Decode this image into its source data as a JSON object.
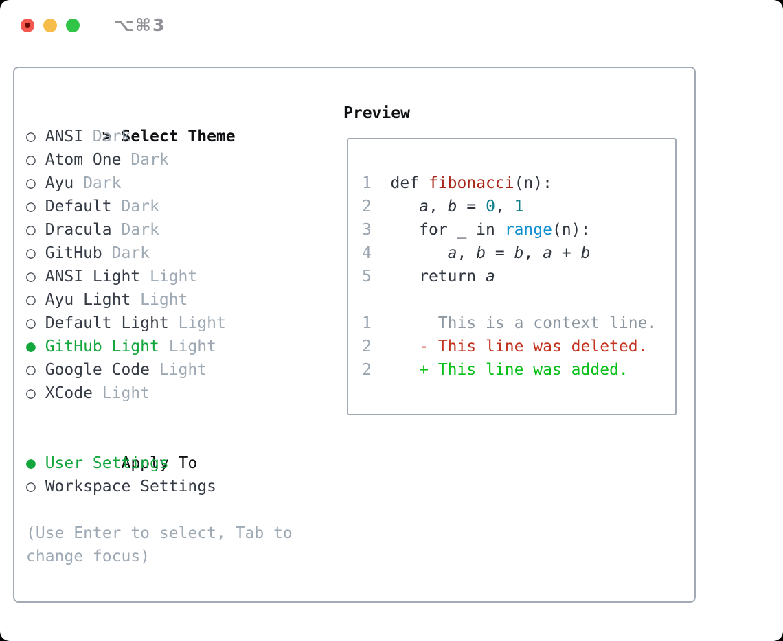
{
  "window": {
    "title": "⌥⌘3"
  },
  "theme_panel": {
    "header_prefix": ">",
    "header": "Select Theme",
    "themes": [
      {
        "name": "ANSI",
        "variant": "Dark",
        "selected": false
      },
      {
        "name": "Atom One",
        "variant": "Dark",
        "selected": false
      },
      {
        "name": "Ayu",
        "variant": "Dark",
        "selected": false
      },
      {
        "name": "Default",
        "variant": "Dark",
        "selected": false
      },
      {
        "name": "Dracula",
        "variant": "Dark",
        "selected": false
      },
      {
        "name": "GitHub",
        "variant": "Dark",
        "selected": false
      },
      {
        "name": "ANSI Light",
        "variant": "Light",
        "selected": false
      },
      {
        "name": "Ayu Light",
        "variant": "Light",
        "selected": false
      },
      {
        "name": "Default Light",
        "variant": "Light",
        "selected": false
      },
      {
        "name": "GitHub Light",
        "variant": "Light",
        "selected": true
      },
      {
        "name": "Google Code",
        "variant": "Light",
        "selected": false
      },
      {
        "name": "XCode",
        "variant": "Light",
        "selected": false
      }
    ],
    "apply_to": {
      "header": "Apply To",
      "options": [
        {
          "name": "User Settings",
          "selected": true
        },
        {
          "name": "Workspace Settings",
          "selected": false
        }
      ]
    },
    "hint_lines": [
      "(Use Enter to select, Tab to",
      "change focus)"
    ]
  },
  "preview": {
    "title": "Preview",
    "lines": [
      {
        "num": "1",
        "segments": [
          {
            "t": "  def ",
            "c": "plain"
          },
          {
            "t": "fibonacci",
            "c": "func"
          },
          {
            "t": "(n):",
            "c": "plain"
          }
        ]
      },
      {
        "num": "2",
        "segments": [
          {
            "t": "     ",
            "c": "plain"
          },
          {
            "t": "a",
            "c": "plain",
            "i": true
          },
          {
            "t": ", ",
            "c": "plain"
          },
          {
            "t": "b",
            "c": "plain",
            "i": true
          },
          {
            "t": " = ",
            "c": "plain"
          },
          {
            "t": "0",
            "c": "num"
          },
          {
            "t": ", ",
            "c": "plain"
          },
          {
            "t": "1",
            "c": "num"
          }
        ]
      },
      {
        "num": "3",
        "segments": [
          {
            "t": "     for _ in ",
            "c": "plain"
          },
          {
            "t": "range",
            "c": "builtin"
          },
          {
            "t": "(n):",
            "c": "plain"
          }
        ]
      },
      {
        "num": "4",
        "segments": [
          {
            "t": "        ",
            "c": "plain"
          },
          {
            "t": "a",
            "c": "plain",
            "i": true
          },
          {
            "t": ", ",
            "c": "plain"
          },
          {
            "t": "b",
            "c": "plain",
            "i": true
          },
          {
            "t": " = ",
            "c": "plain"
          },
          {
            "t": "b",
            "c": "plain",
            "i": true
          },
          {
            "t": ", ",
            "c": "plain"
          },
          {
            "t": "a",
            "c": "plain",
            "i": true
          },
          {
            "t": " + ",
            "c": "plain"
          },
          {
            "t": "b",
            "c": "plain",
            "i": true
          }
        ]
      },
      {
        "num": "5",
        "segments": [
          {
            "t": "     return ",
            "c": "plain"
          },
          {
            "t": "a",
            "c": "plain",
            "i": true
          }
        ]
      },
      {
        "num": "",
        "segments": []
      },
      {
        "num": "1",
        "segments": [
          {
            "t": "       This is a context line.",
            "c": "context"
          }
        ]
      },
      {
        "num": "2",
        "segments": [
          {
            "t": "     - This line was deleted.",
            "c": "deleted"
          }
        ]
      },
      {
        "num": "2",
        "segments": [
          {
            "t": "     + This line was added.",
            "c": "added"
          }
        ]
      }
    ]
  },
  "colors": {
    "window_bg": "#ffffff",
    "backdrop": "#000000",
    "border": "#a2abb5",
    "titlebar_text": "#8f9196",
    "light_close": "#f4574d",
    "light_close_dot": "#6e0a02",
    "light_minimize": "#f6bd4a",
    "light_zoom": "#30c546",
    "header_text": "#0e1013",
    "theme_name": "#363c45",
    "muted": "#9ea9b4",
    "radio_ring": "#4a505a",
    "selected_green": "#13a63c",
    "lineno": "#9aa5b0",
    "plain": "#2f353e",
    "func": "#a8251a",
    "num": "#0e7f8b",
    "builtin": "#0f8fd0",
    "context": "#8d97a1",
    "deleted": "#c23420",
    "added": "#06bf17"
  }
}
